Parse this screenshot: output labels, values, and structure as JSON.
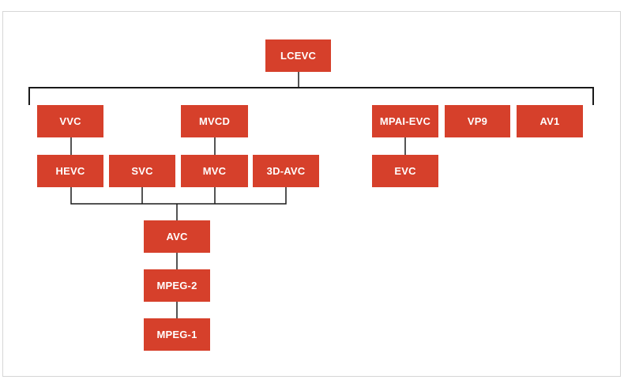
{
  "diagram": {
    "nodes": {
      "lcevc": "LCEVC",
      "vvc": "VVC",
      "mvcd": "MVCD",
      "mpai_evc": "MPAI-EVC",
      "vp9": "VP9",
      "av1": "AV1",
      "hevc": "HEVC",
      "svc": "SVC",
      "mvc": "MVC",
      "avc_3d": "3D-AVC",
      "evc": "EVC",
      "avc": "AVC",
      "mpeg2": "MPEG-2",
      "mpeg1": "MPEG-1"
    },
    "colors": {
      "node_fill": "#d6402b",
      "node_text": "#ffffff",
      "connector": "#1a1a1a",
      "frame_border": "#d6d6d6"
    }
  }
}
